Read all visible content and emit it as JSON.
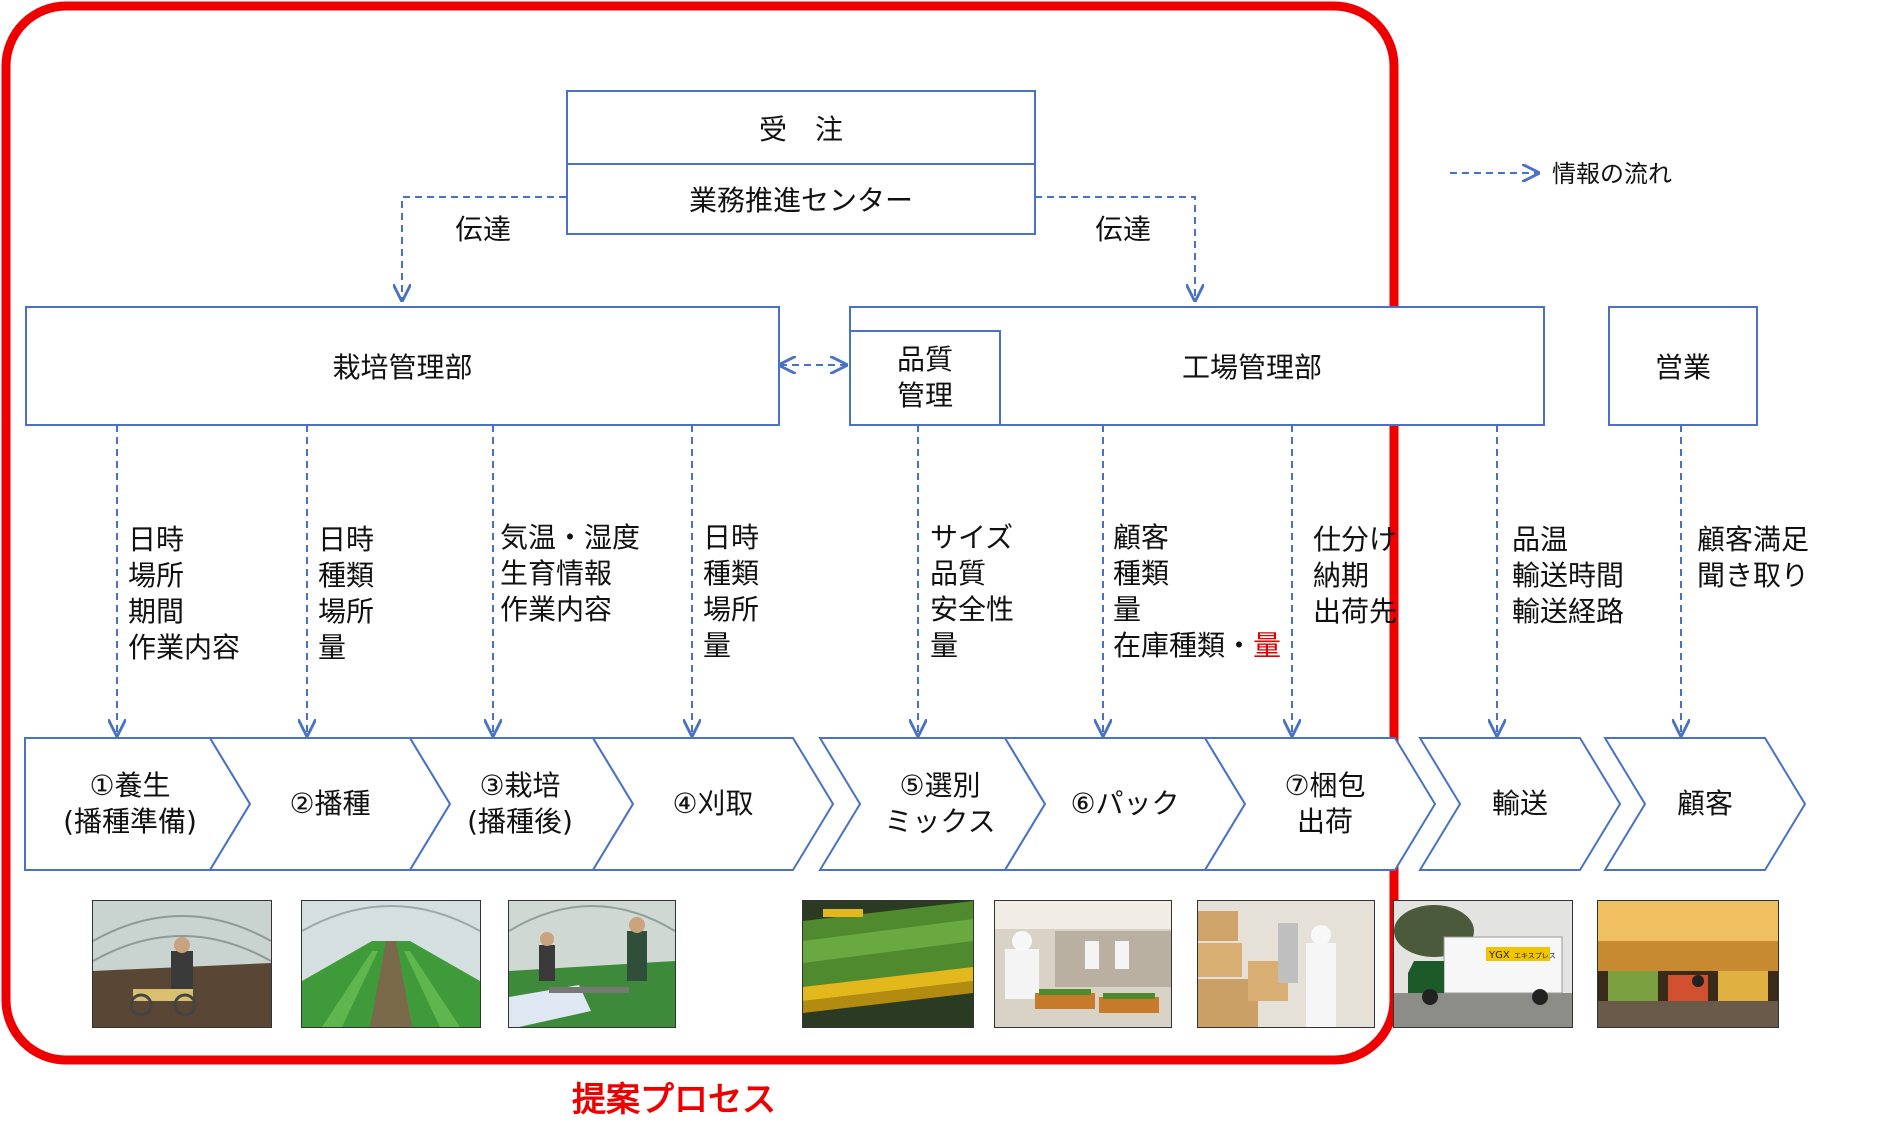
{
  "top_box": {
    "order": "受　注",
    "center": "業務推進センター"
  },
  "transmit_left": "伝達",
  "transmit_right": "伝達",
  "legend": {
    "label": "情報の流れ"
  },
  "departments": {
    "cultivation": "栽培管理部",
    "quality": [
      "品質",
      "管理"
    ],
    "factory": "工場管理部",
    "sales": "営業"
  },
  "info_labels": [
    [
      "日時",
      "場所",
      "期間",
      "作業内容"
    ],
    [
      "日時",
      "種類",
      "場所",
      "量"
    ],
    [
      "気温・湿度",
      "生育情報",
      "作業内容"
    ],
    [
      "日時",
      "種類",
      "場所",
      "量"
    ],
    [
      "サイズ",
      "品質",
      "安全性",
      "量"
    ],
    [
      "顧客",
      "種類",
      "量"
    ],
    [
      "仕分け",
      "納期",
      "出荷先"
    ],
    [
      "品温",
      "輸送時間",
      "輸送経路"
    ],
    [
      "顧客満足",
      "聞き取り"
    ]
  ],
  "inventory_label": {
    "prefix": "在庫種類・",
    "highlight": "量"
  },
  "stages": [
    [
      "①養生",
      "(播種準備)"
    ],
    [
      "②播種"
    ],
    [
      "③栽培",
      "(播種後)"
    ],
    [
      "④刈取"
    ],
    [
      "⑤選別",
      "ミックス"
    ],
    [
      "⑥パック"
    ],
    [
      "⑦梱包",
      "出荷"
    ],
    [
      "輸送"
    ],
    [
      "顧客"
    ]
  ],
  "truck_text": {
    "brand": "YGX",
    "service": "エキスプレス"
  },
  "proposal_label": "提案プロセス",
  "colors": {
    "accent_blue": "#4a72c4",
    "proposal_red": "#ee0000",
    "highlight_red": "#e00000"
  }
}
